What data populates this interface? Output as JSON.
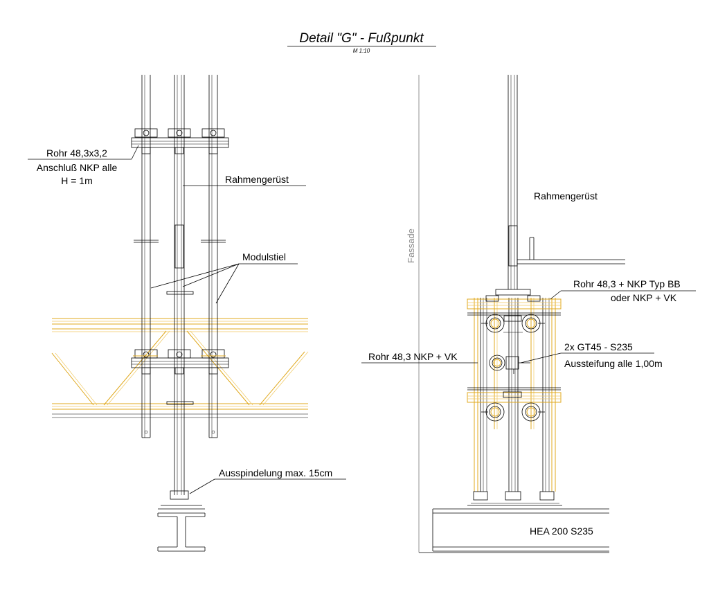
{
  "title": "Detail \"G\" - Fußpunkt",
  "scale": "M 1:10",
  "left_view": {
    "label_rohr_line1": "Rohr 48,3x3,2",
    "label_rohr_line2": "Anschluß NKP alle",
    "label_rohr_line3": "H = 1m",
    "label_rahmen": "Rahmengerüst",
    "label_modulstiel": "Modulstiel",
    "label_ausspindelung": "Ausspindelung max. 15cm"
  },
  "right_view": {
    "label_fassade": "Fassade",
    "label_rahmen": "Rahmengerüst",
    "label_nkp_bb_line1": "Rohr 48,3 + NKP Typ BB",
    "label_nkp_bb_line2": "oder NKP + VK",
    "label_rohr_vk": "Rohr 48,3  NKP + VK",
    "label_gt45_line1": "2x GT45 - S235",
    "label_gt45_line2": "Aussteifung alle 1,00m",
    "label_hea": "HEA 200 S235"
  },
  "colors": {
    "line": "#000000",
    "scaffold_accent": "#e0a81c",
    "facade_line": "#777777"
  }
}
